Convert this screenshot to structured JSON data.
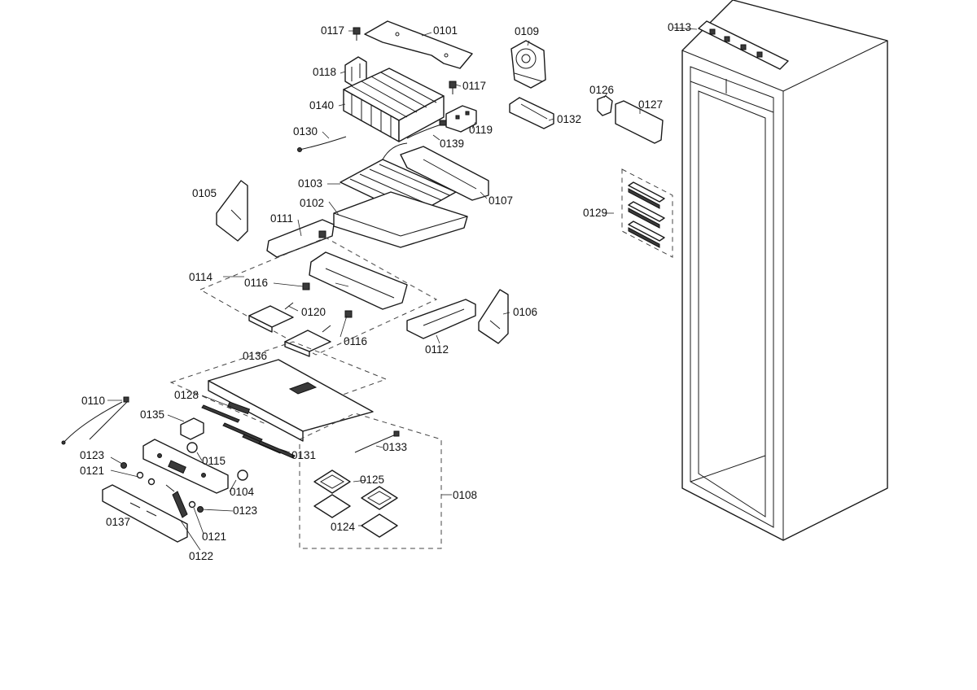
{
  "labels": {
    "p0101": "0101",
    "p0102": "0102",
    "p0103": "0103",
    "p0104": "0104",
    "p0105": "0105",
    "p0106": "0106",
    "p0107": "0107",
    "p0108": "0108",
    "p0109": "0109",
    "p0110": "0110",
    "p0111": "0111",
    "p0112": "0112",
    "p0113": "0113",
    "p0114": "0114",
    "p0115": "0115",
    "p0116a": "0116",
    "p0116b": "0116",
    "p0117a": "0117",
    "p0117b": "0117",
    "p0118": "0118",
    "p0119": "0119",
    "p0120": "0120",
    "p0121a": "0121",
    "p0121b": "0121",
    "p0122": "0122",
    "p0123a": "0123",
    "p0123b": "0123",
    "p0124": "0124",
    "p0125": "0125",
    "p0126": "0126",
    "p0127": "0127",
    "p0128": "0128",
    "p0129": "0129",
    "p0130": "0130",
    "p0131": "0131",
    "p0132": "0132",
    "p0133": "0133",
    "p0135": "0135",
    "p0136": "0136",
    "p0137": "0137",
    "p0139": "0139",
    "p0140": "0140"
  }
}
